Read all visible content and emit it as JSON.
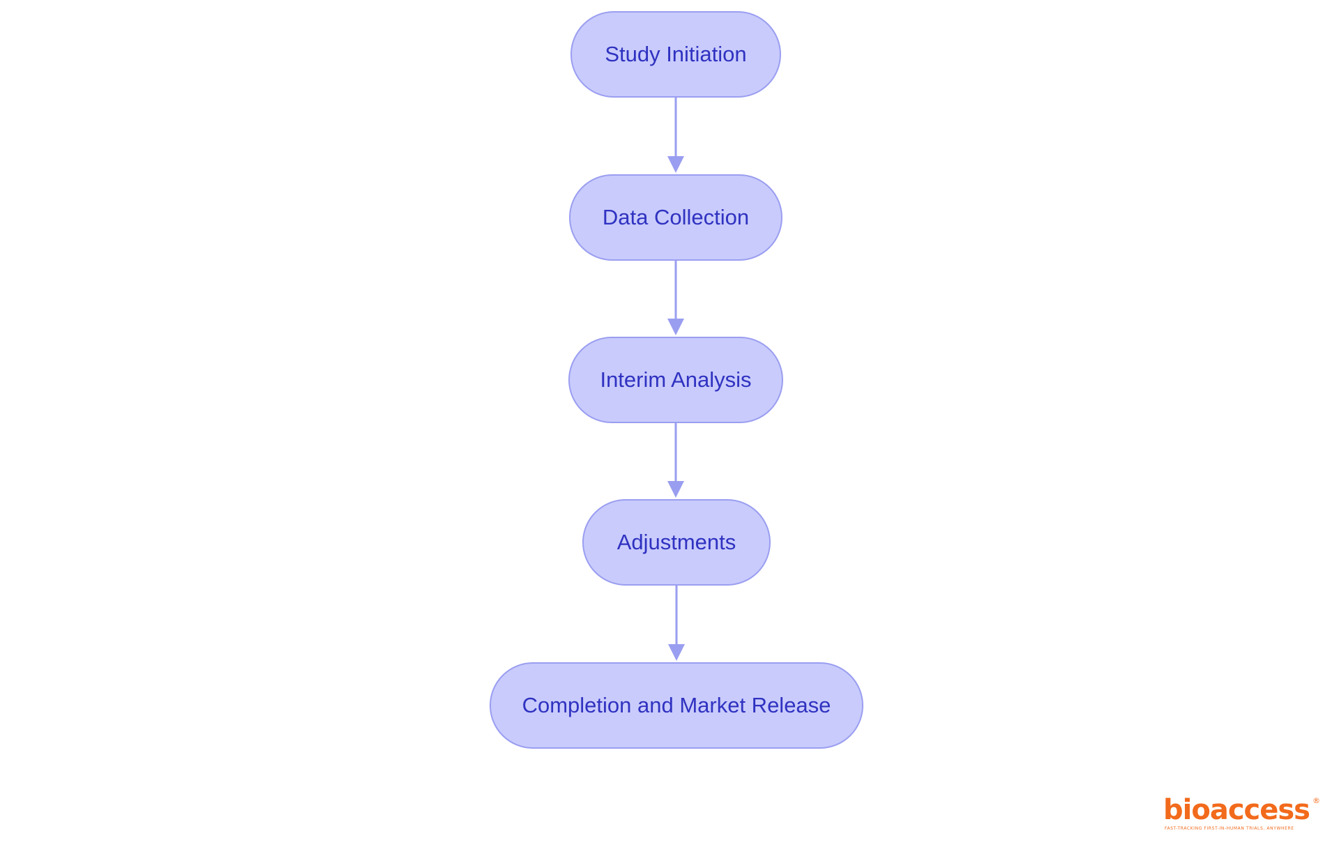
{
  "diagram": {
    "type": "flowchart",
    "nodes": [
      {
        "id": "n1",
        "label": "Study Initiation"
      },
      {
        "id": "n2",
        "label": "Data Collection"
      },
      {
        "id": "n3",
        "label": "Interim Analysis"
      },
      {
        "id": "n4",
        "label": "Adjustments"
      },
      {
        "id": "n5",
        "label": "Completion and Market Release"
      }
    ],
    "edges": [
      {
        "from": "n1",
        "to": "n2"
      },
      {
        "from": "n2",
        "to": "n3"
      },
      {
        "from": "n3",
        "to": "n4"
      },
      {
        "from": "n4",
        "to": "n5"
      }
    ]
  },
  "colors": {
    "node_fill": "#c9cbfc",
    "node_border": "#9a9ef0",
    "node_text": "#2f32c0",
    "edge": "#9a9ef0",
    "logo": "#f26a1b"
  },
  "logo": {
    "wordmark": "bioaccess",
    "registered_mark": "®",
    "tagline": "FAST-TRACKING FIRST-IN-HUMAN TRIALS, ANYWHERE"
  }
}
